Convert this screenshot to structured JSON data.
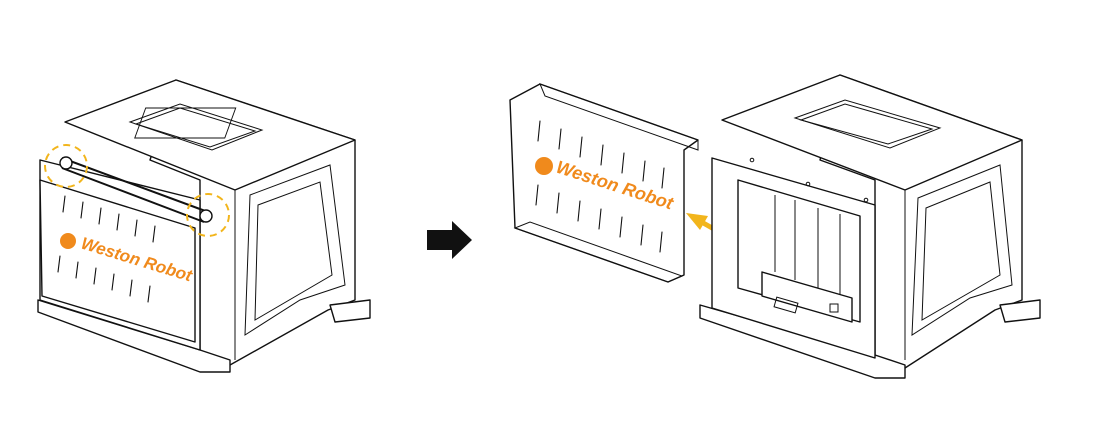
{
  "brand": {
    "name": "Weston Robot",
    "color": "#f08a1c"
  },
  "highlight_color": "#f2b51c",
  "step_arrow_color": "#111111",
  "removal_arrow_color": "#f2b51c",
  "panels": [
    {
      "id": "before",
      "description_icon": "frame-with-panel-attached"
    },
    {
      "id": "after",
      "description_icon": "frame-with-panel-removed"
    }
  ]
}
